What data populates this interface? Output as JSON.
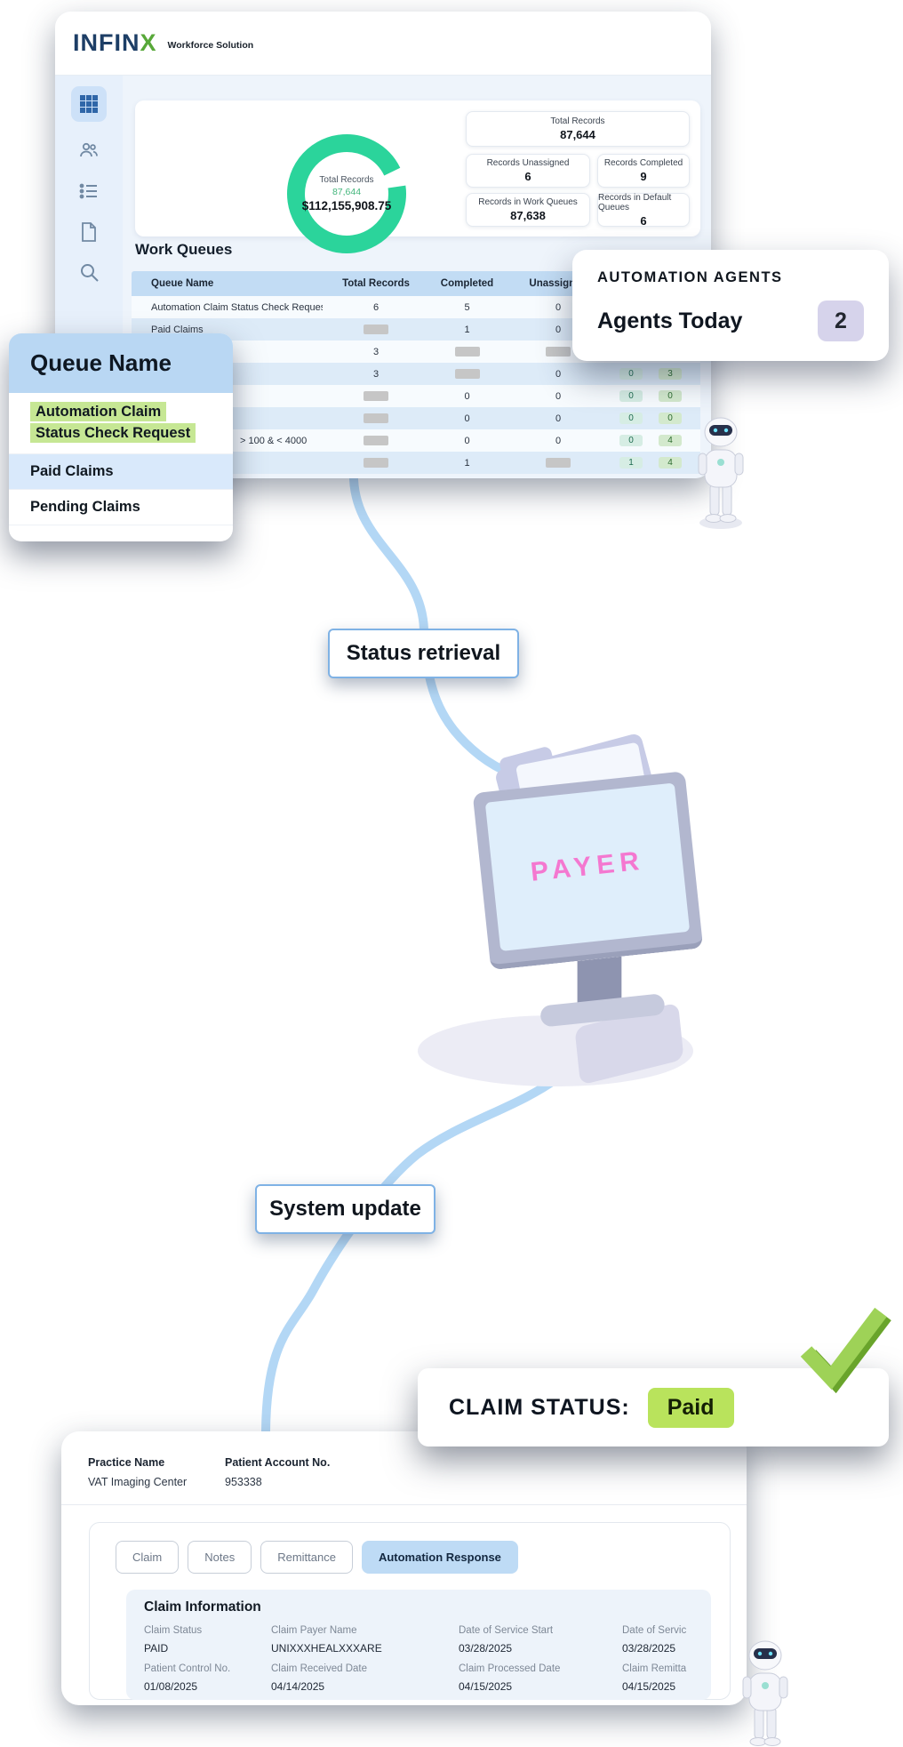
{
  "brand": {
    "wordmark": "INFIN",
    "wordmark_x": "X",
    "tagline": "Workforce Solution"
  },
  "dashboard": {
    "summary": {
      "donut": {
        "label": "Total Records",
        "count": "87,644",
        "amount": "$112,155,908.75"
      },
      "cards": [
        {
          "label": "Total Records",
          "value": "87,644"
        },
        {
          "label": "Records Unassigned",
          "value": "6"
        },
        {
          "label": "Records Completed",
          "value": "9"
        },
        {
          "label": "Records in Work Queues",
          "value": "87,638"
        },
        {
          "label": "Records in Default Queues",
          "value": "6"
        }
      ]
    },
    "work_queues_title": "Work Queues",
    "table": {
      "columns": [
        "Queue Name",
        "Total Records",
        "Completed",
        "Unassigned"
      ],
      "rows": [
        {
          "name": "Automation Claim Status Check Request",
          "total": "6",
          "completed": "5",
          "unassigned": "0",
          "chips": null,
          "name_offset": false
        },
        {
          "name": "Paid Claims",
          "total": null,
          "completed": "1",
          "unassigned": "0",
          "chips": null,
          "name_offset": false
        },
        {
          "name": "",
          "total": "3",
          "completed": null,
          "unassigned": null,
          "chips": null,
          "name_offset": false
        },
        {
          "name": "",
          "total": "3",
          "completed": null,
          "unassigned": "0",
          "chips": [
            "0",
            "3"
          ],
          "name_offset": false
        },
        {
          "name": "",
          "total": null,
          "completed": "0",
          "unassigned": "0",
          "chips": [
            "0",
            "0"
          ],
          "name_offset": false
        },
        {
          "name": "",
          "total": null,
          "completed": "0",
          "unassigned": "0",
          "chips": [
            "0",
            "0"
          ],
          "name_offset": false
        },
        {
          "name": "> 100 & < 4000",
          "total": null,
          "completed": "0",
          "unassigned": "0",
          "chips": [
            "0",
            "4"
          ],
          "name_offset": true
        },
        {
          "name": "",
          "total": null,
          "completed": "1",
          "unassigned": null,
          "chips": [
            "1",
            "4"
          ],
          "name_offset": false
        }
      ]
    },
    "sidebar_icons": [
      "grid",
      "users",
      "list",
      "document",
      "search"
    ]
  },
  "queue_popup": {
    "title": "Queue Name",
    "items": [
      {
        "label": "Automation Claim Status Check Request",
        "style": "highlight"
      },
      {
        "label": "Paid Claims",
        "style": "band"
      },
      {
        "label": "Pending Claims",
        "style": "plain"
      }
    ]
  },
  "agents_card": {
    "title": "AUTOMATION AGENTS",
    "label": "Agents Today",
    "count": "2"
  },
  "flow_labels": {
    "step1": "Status retrieval",
    "step2": "System update"
  },
  "payer_monitor": {
    "label": "PAYER"
  },
  "claim_banner": {
    "label": "CLAIM STATUS:",
    "value": "Paid"
  },
  "claim_panel": {
    "practice_label": "Practice Name",
    "practice_value": "VAT Imaging Center",
    "account_label": "Patient Account No.",
    "account_value": "953338",
    "tabs": [
      {
        "label": "Claim",
        "active": false
      },
      {
        "label": "Notes",
        "active": false
      },
      {
        "label": "Remittance",
        "active": false
      },
      {
        "label": "Automation Response",
        "active": true
      }
    ],
    "info_title": "Claim Information",
    "fields": [
      {
        "label": "Claim Status",
        "value": "PAID"
      },
      {
        "label": "Claim Payer Name",
        "value": "UNIXXXHEALXXXARE"
      },
      {
        "label": "Date of Service Start",
        "value": "03/28/2025"
      },
      {
        "label": "Date of Servic",
        "value": "03/28/2025"
      },
      {
        "label": "Patient Control No.",
        "value": "01/08/2025"
      },
      {
        "label": "Claim Received Date",
        "value": "04/14/2025"
      },
      {
        "label": "Claim Processed Date",
        "value": "04/15/2025"
      },
      {
        "label": "Claim Remitta",
        "value": "04/15/2025"
      }
    ]
  },
  "colors": {
    "accent_green": "#2bd49b",
    "highlight_green": "#c6e794",
    "paid_chip": "#b9e35c",
    "check_green": "#8dc63f",
    "flow_line": "#b3d7f5",
    "table_header_blue": "#c2dcf4",
    "badge_lavender": "#d6d3eb",
    "payer_pink": "#f478d0"
  }
}
